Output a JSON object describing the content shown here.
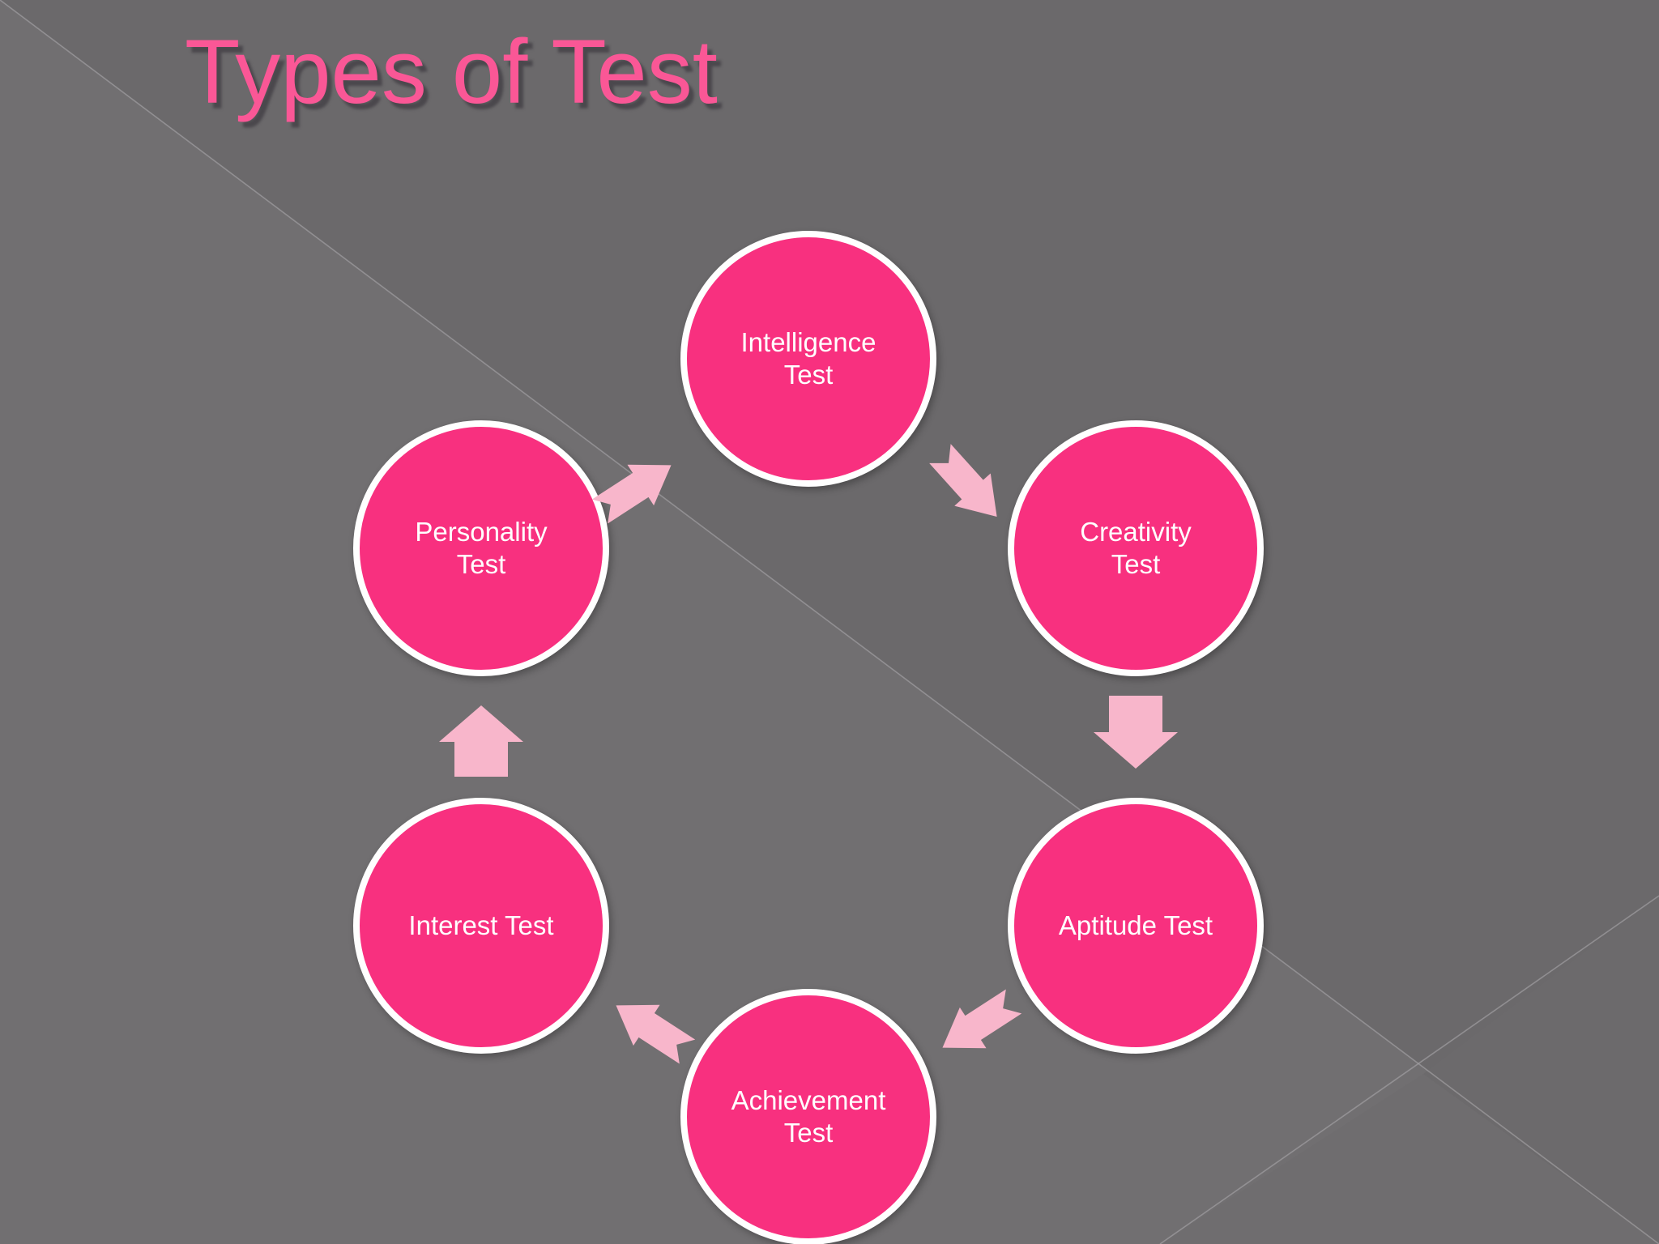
{
  "slide": {
    "title": "Types of Test",
    "title_color": "#FA5796",
    "title_shadow_color": "#4B484D",
    "background": {
      "base_color": "#6B696B",
      "lower_left_triangle_color": "#716F71",
      "right_wedge_color": "#6C6A6C",
      "bottom_wedge_color": "#6F6D6F",
      "seam_line_color": "#A5A3A6"
    }
  },
  "diagram": {
    "type": "cycle",
    "node_fill_color": "#F8307F",
    "node_border_color": "#FFFFFF",
    "node_text_color": "#FFFFFF",
    "arrow_color": "#F8B6CB",
    "nodes": [
      {
        "id": "intelligence",
        "label": "Intelligence\nTest"
      },
      {
        "id": "creativity",
        "label": "Creativity\nTest"
      },
      {
        "id": "aptitude",
        "label": "Aptitude Test"
      },
      {
        "id": "achievement",
        "label": "Achievement\nTest"
      },
      {
        "id": "interest",
        "label": "Interest Test"
      },
      {
        "id": "personality",
        "label": "Personality\nTest"
      }
    ],
    "arrows": [
      {
        "from": "Personality Test",
        "to": "Intelligence Test",
        "direction": "up-right"
      },
      {
        "from": "Intelligence Test",
        "to": "Creativity Test",
        "direction": "down-right"
      },
      {
        "from": "Creativity Test",
        "to": "Aptitude Test",
        "direction": "down"
      },
      {
        "from": "Aptitude Test",
        "to": "Achievement Test",
        "direction": "down-left"
      },
      {
        "from": "Achievement Test",
        "to": "Interest Test",
        "direction": "up-left"
      },
      {
        "from": "Interest Test",
        "to": "Personality Test",
        "direction": "up"
      }
    ]
  }
}
